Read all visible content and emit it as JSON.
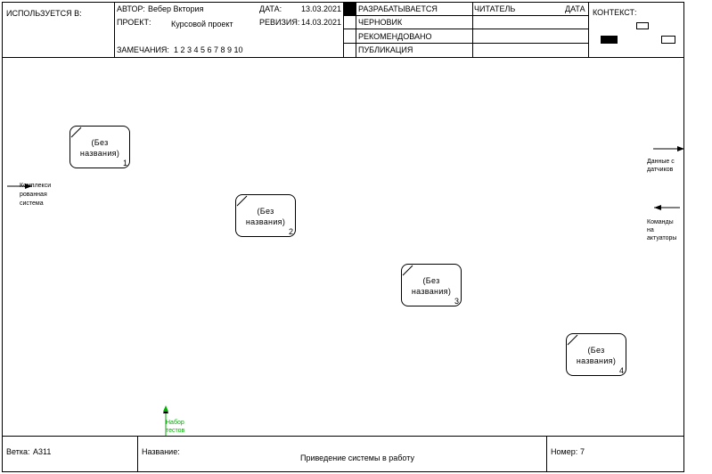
{
  "header": {
    "used_in_label": "ИСПОЛЬЗУЕТСЯ В:",
    "author_label": "АВТОР:",
    "author_value": "Вебер Вктория",
    "date_label": "ДАТА:",
    "date_value": "13.03.2021",
    "project_label": "ПРОЕКТ:",
    "project_value": "Курсовой проект",
    "revision_label": "РЕВИЗИЯ:",
    "revision_value": "14.03.2021",
    "notes_label": "ЗАМЕЧАНИЯ:",
    "notes_numbers": "1  2  3  4  5  6  7  8  9  10",
    "status_items": [
      "РАЗРАБАТЫВАЕТСЯ",
      "ЧЕРНОВИК",
      "РЕКОМЕНДОВАНО",
      "ПУБЛИКАЦИЯ"
    ],
    "reader_label": "ЧИТАТЕЛЬ",
    "reader_date_label": "ДАТА",
    "context_label": "КОНТЕКСТ:"
  },
  "diagram": {
    "boxes": [
      {
        "label_line1": "(Без",
        "label_line2": "названия)",
        "number": "1"
      },
      {
        "label_line1": "(Без",
        "label_line2": "названия)",
        "number": "2"
      },
      {
        "label_line1": "(Без",
        "label_line2": "названия)",
        "number": "3"
      },
      {
        "label_line1": "(Без",
        "label_line2": "названия)",
        "number": "4"
      }
    ],
    "arrows": {
      "left_input": [
        "Комплекси",
        "рованная",
        "система"
      ],
      "right_output": [
        "Данные с",
        "датчиков"
      ],
      "right_control": [
        "Команды",
        "на",
        "актуаторы"
      ],
      "bottom_mechanism": [
        "Набор",
        "тестов"
      ]
    },
    "mechanism_color": "#00b000"
  },
  "footer": {
    "node_label": "Ветка:",
    "node_value": "A311",
    "title_label": "Название:",
    "title_value": "Приведение системы в работу",
    "number_label": "Номер:",
    "number_value": "7"
  }
}
